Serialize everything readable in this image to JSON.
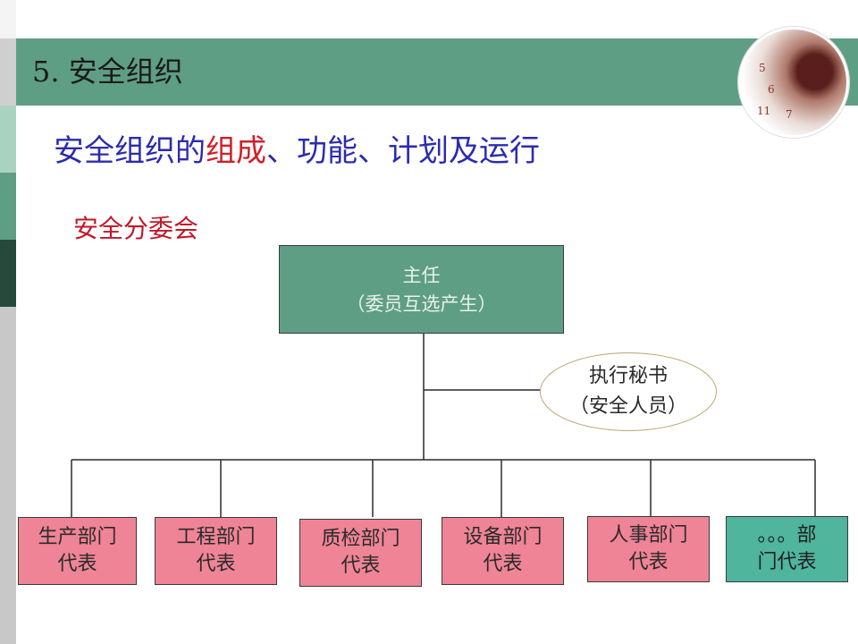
{
  "title": "5. 安全组织",
  "subtitle": {
    "part1": "安全组织的",
    "highlight": "组成",
    "part2": "、功能、计划及运行"
  },
  "section_label": "安全分委会",
  "head": {
    "line1": "主任",
    "line2": "（委员互选产生）"
  },
  "secretary": {
    "line1": "执行秘书",
    "line2": "（安全人员）"
  },
  "departments": [
    {
      "line1": "生产部门",
      "line2": "代表"
    },
    {
      "line1": "工程部门",
      "line2": "代表"
    },
    {
      "line1": "质检部门",
      "line2": "代表"
    },
    {
      "line1": "设备部门",
      "line2": "代表"
    },
    {
      "line1": "人事部门",
      "line2": "代表"
    },
    {
      "line1": "。。。部",
      "line2": "门代表"
    }
  ],
  "logo_numbers": [
    "5",
    "6",
    "11",
    "7"
  ],
  "colors": {
    "title_bar": "#5e9e85",
    "head_box": "#5e9e85",
    "dept_box": "#ef8496",
    "dept_box_last": "#4fb59d",
    "subtitle": "#2b2bb0",
    "highlight": "#d0202a",
    "section_label": "#c0182a"
  }
}
